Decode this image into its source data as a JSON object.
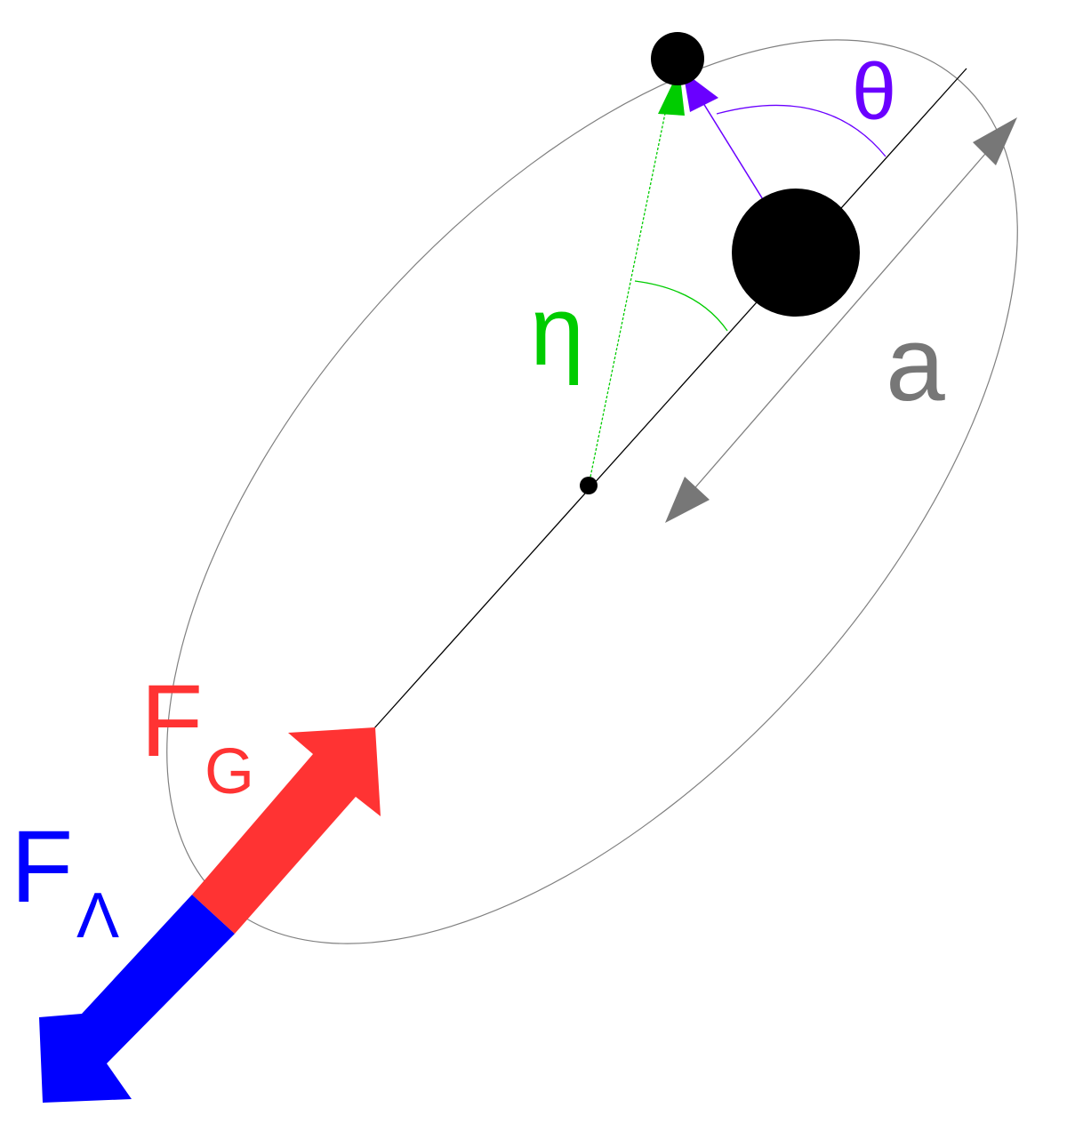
{
  "labels": {
    "theta": "θ",
    "eta": "η",
    "semi_major_axis": "a",
    "force_gravity": {
      "main": "F",
      "sub": "G"
    },
    "force_lambda": {
      "main": "F",
      "sub": "Λ"
    }
  },
  "colors": {
    "orbit": "#808080",
    "major_axis": "#000000",
    "bodies": "#000000",
    "eta": "#00cc00",
    "theta": "#6a00ff",
    "semi_major_axis": "#777777",
    "force_gravity": "#ff3333",
    "force_lambda": "#0000ff"
  }
}
